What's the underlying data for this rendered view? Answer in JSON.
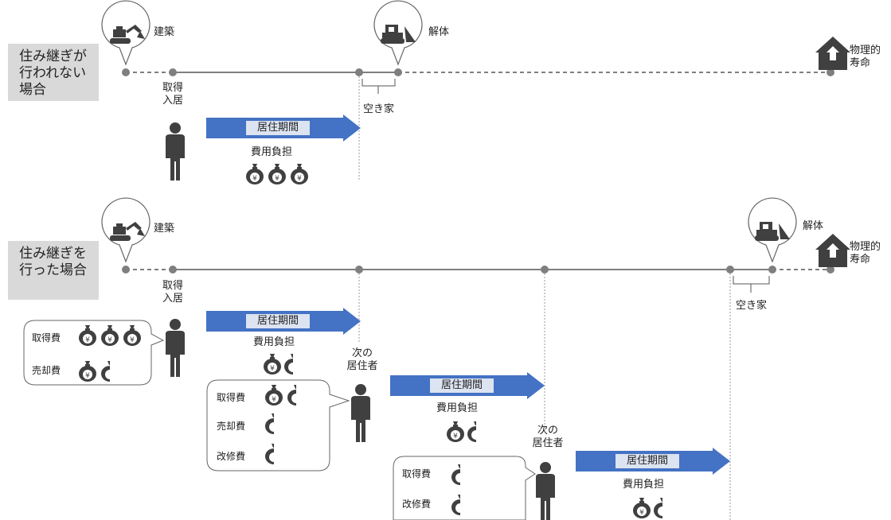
{
  "scenario1": {
    "label": "住み継ぎが\n行われない\n場合",
    "build": "建築",
    "demolish": "解体",
    "life": "物理的\n寿命",
    "acquire": "取得\n入居",
    "vacant": "空き家",
    "residence": "居住期間",
    "cost": "費用負担"
  },
  "scenario2": {
    "label": "住み継ぎを\n行った場合",
    "build": "建築",
    "demolish": "解体",
    "life": "物理的\n寿命",
    "acquire": "取得\n入居",
    "vacant": "空き家",
    "resident1": {
      "residence": "居住期間",
      "cost": "費用負担",
      "acquire_cost": "取得費",
      "sale_cost": "売却費"
    },
    "next_resident_a": "次の\n居住者",
    "resident2": {
      "residence": "居住期間",
      "cost": "費用負担",
      "acquire_cost": "取得費",
      "sale_cost": "売却費",
      "repair_cost": "改修費"
    },
    "next_resident_b": "次の\n居住者",
    "resident3": {
      "residence": "居住期間",
      "cost": "費用負担",
      "acquire_cost": "取得費",
      "repair_cost": "改修費"
    }
  },
  "colors": {
    "arrow": "#4472c4",
    "label_bg": "#d9d9d9",
    "icon": "#404040",
    "line": "#7f7f7f"
  },
  "icons": [
    "excavator-icon",
    "bulldozer-icon",
    "house-icon",
    "person-icon",
    "money-bag-icon"
  ]
}
